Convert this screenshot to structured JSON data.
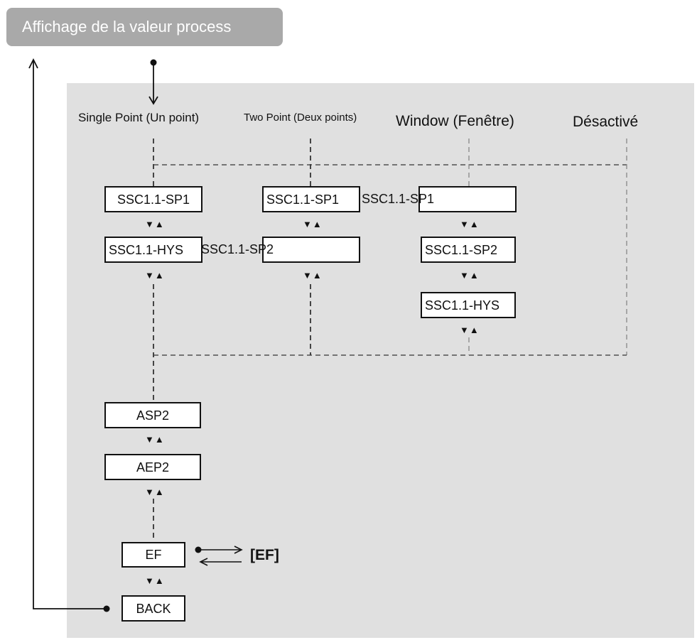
{
  "header": {
    "title": "Affichage de la valeur process"
  },
  "modes": {
    "single_point": "Single Point (Un point)",
    "two_point": "Two Point (Deux points)",
    "window": "Window (Fenêtre)",
    "disabled": "Désactivé"
  },
  "single_point": {
    "sp1": "SSC1.1-SP1",
    "hys": "SSC1.1-HYS"
  },
  "two_point": {
    "sp1": "SSC1.1-SP1",
    "sp2": "SSC1.1-SP2"
  },
  "window": {
    "sp1": "SSC1.1-SP1",
    "sp2": "SSC1.1-SP2",
    "hys": "SSC1.1-HYS"
  },
  "common": {
    "asp2": "ASP2",
    "aep2": "AEP2",
    "ef": "EF",
    "back": "BACK",
    "ef_ref": "[EF]"
  },
  "arrows": "▼▲",
  "colors": {
    "panel": "#e0e0e0",
    "header": "#a9a9a9",
    "line": "#111111"
  }
}
